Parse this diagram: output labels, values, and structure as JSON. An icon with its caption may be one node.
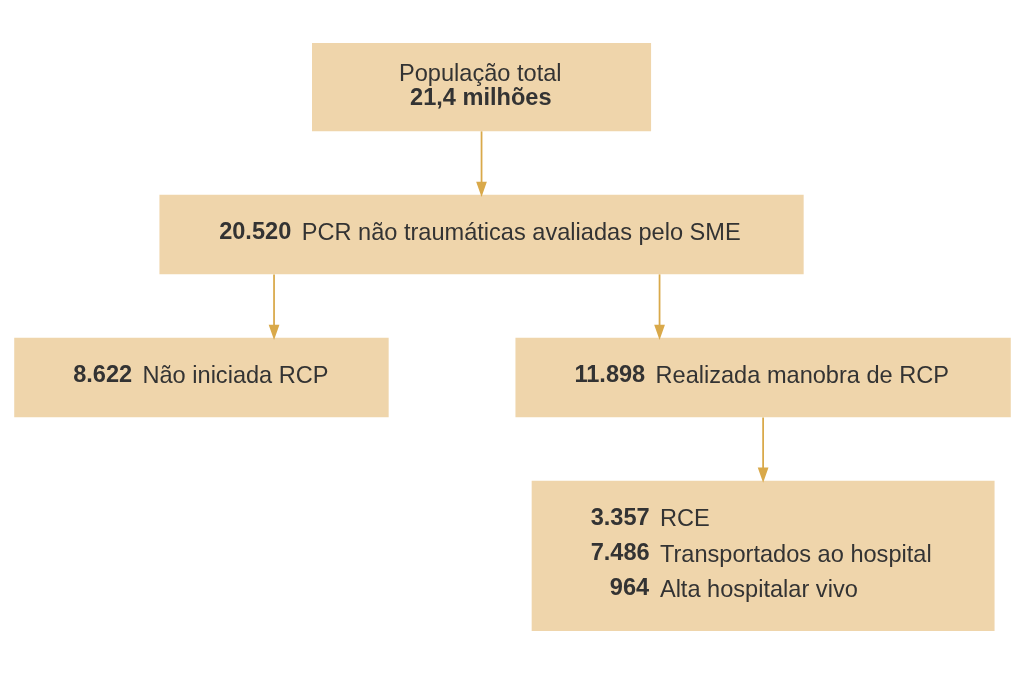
{
  "diagram": {
    "nodes": [
      {
        "text": [
          "População total",
          "21,4 milhões"
        ]
      },
      {
        "text": [
          "20.520",
          "PCR não traumáticas avaliadas pelo SME"
        ]
      },
      {
        "text": [
          "8.622",
          "Não iniciada RCP"
        ]
      },
      {
        "text": [
          "11.898",
          "Realizada manobra de RCP"
        ]
      },
      {
        "text": [
          "3.357",
          "RCE",
          "7.486",
          "Transportados ao hospital",
          "964",
          "Alta hospitalar vivo"
        ]
      }
    ],
    "edges": [
      {
        "from": 0,
        "to": 1,
        "arrow": "to"
      },
      {
        "from": 1,
        "to": 2,
        "arrow": "to"
      },
      {
        "from": 1,
        "to": 3,
        "arrow": "to"
      },
      {
        "from": 3,
        "to": 4,
        "arrow": "to"
      }
    ]
  }
}
